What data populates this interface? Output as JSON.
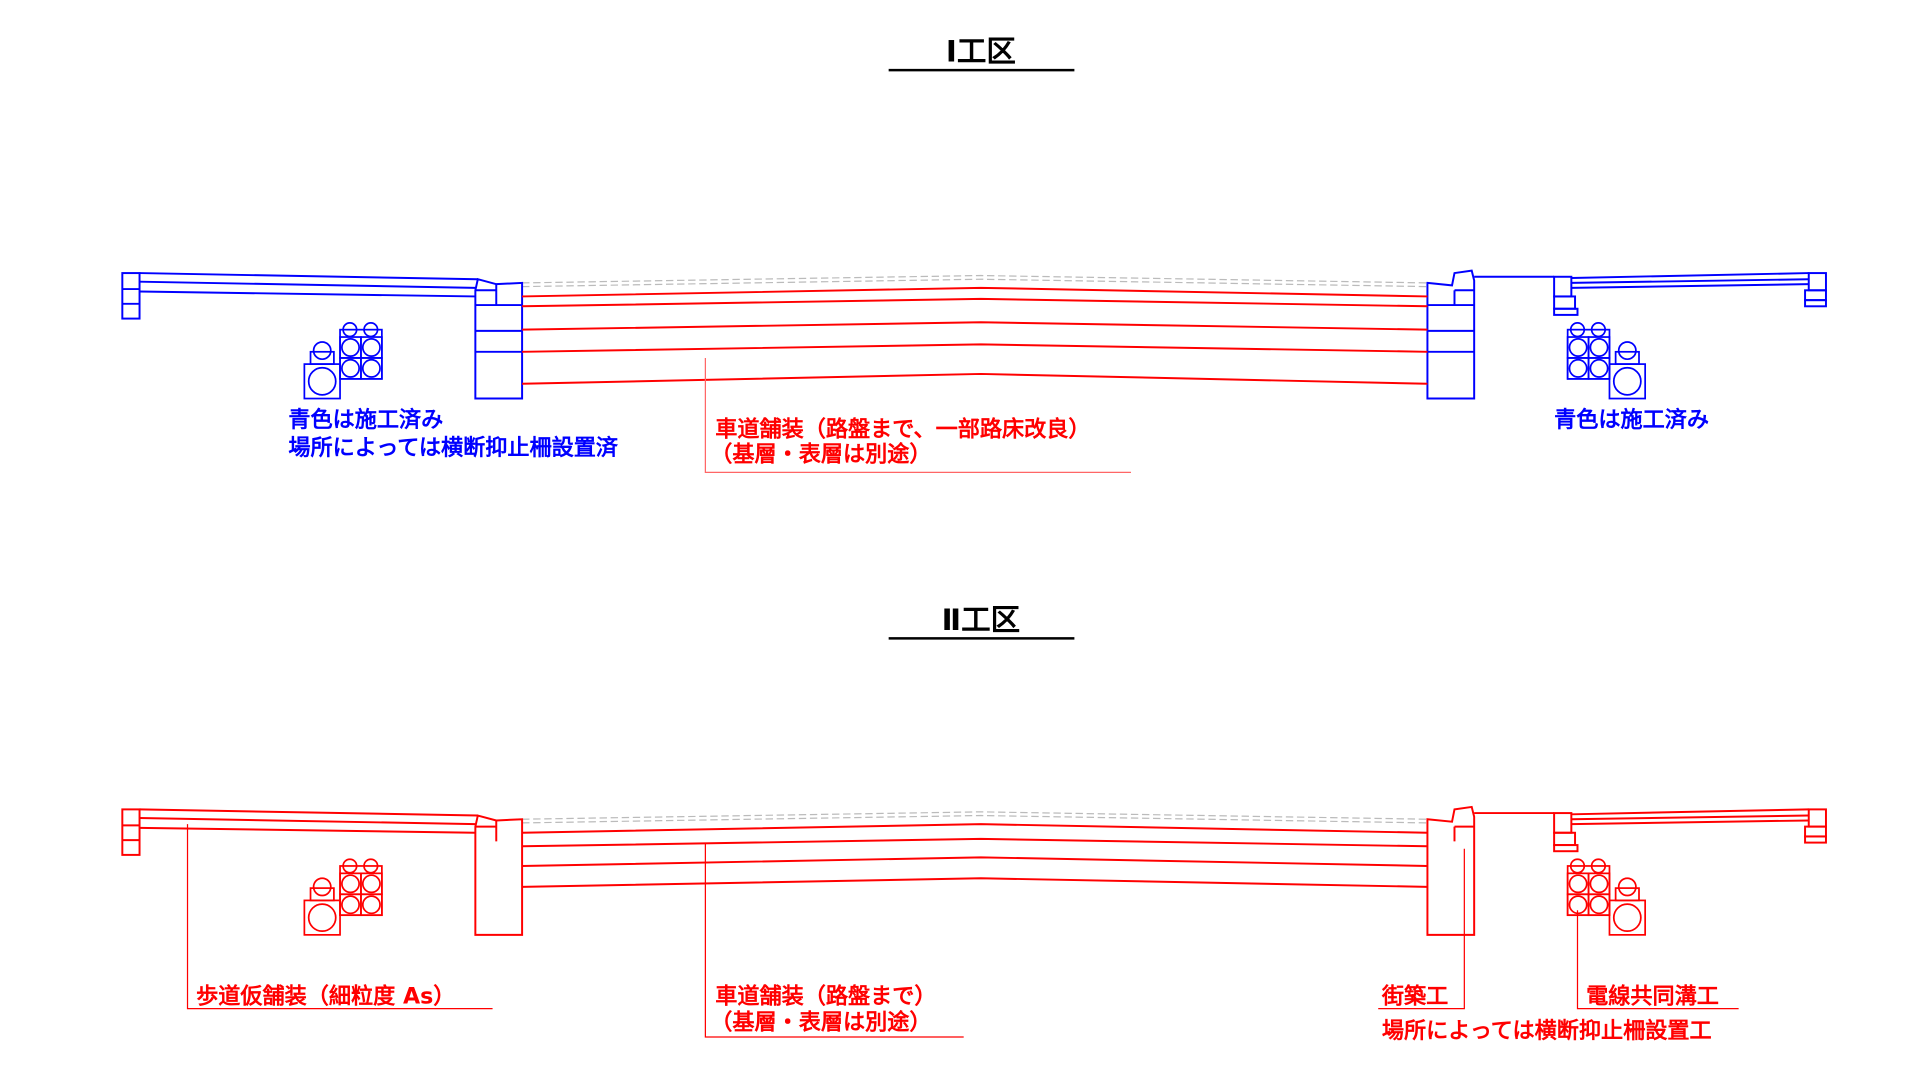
{
  "colors": {
    "done": "#0000ff",
    "work": "#ff0000",
    "existing": "#bbbbbb",
    "leader": "#ff6666"
  },
  "section1": {
    "title": "Ⅰ工区",
    "label_left_1": "青色は施工済み",
    "label_left_2": "場所によっては横断抑止柵設置済",
    "label_road_1": "車道舗装（路盤まで、一部路床改良）",
    "label_road_2": "（基層・表層は別途）",
    "label_right": "青色は施工済み"
  },
  "section2": {
    "title": "Ⅱ工区",
    "label_sidewalk": "歩道仮舗装（細粒度 As）",
    "label_road_1": "車道舗装（路盤まで）",
    "label_road_2": "（基層・表層は別途）",
    "label_curb": "街築工",
    "label_duct": "電線共同溝工",
    "label_fence": "場所によっては横断抑止柵設置工"
  }
}
